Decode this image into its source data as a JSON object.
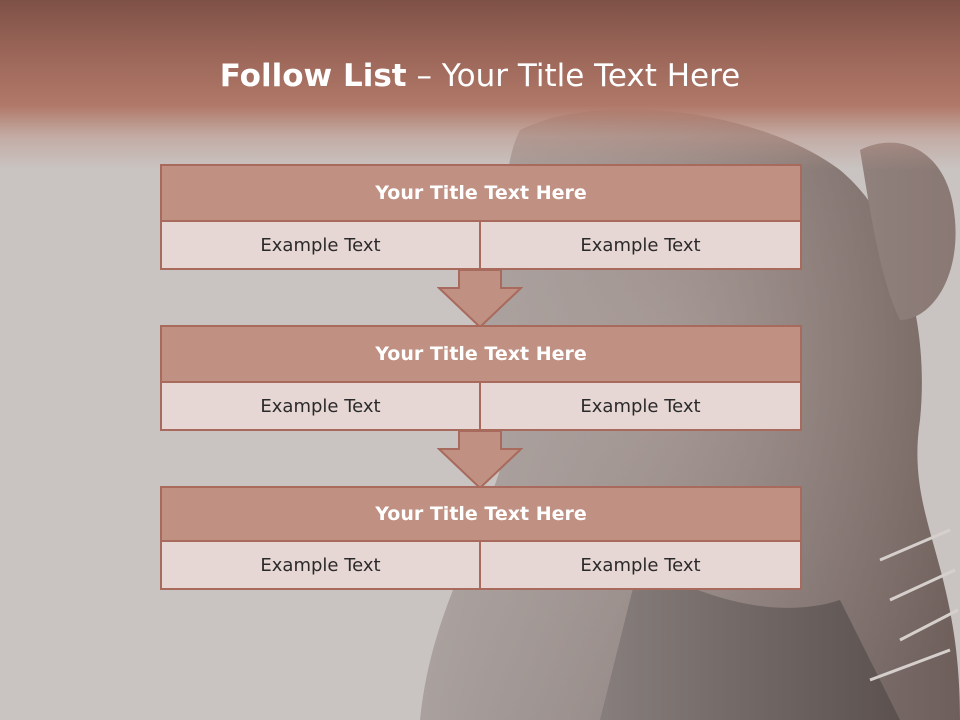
{
  "slide": {
    "title_bold": "Follow List",
    "title_rest": "  – Your Title Text Here"
  },
  "blocks": [
    {
      "title": "Your Title Text Here",
      "cells": [
        "Example Text",
        "Example Text"
      ]
    },
    {
      "title": "Your Title Text Here",
      "cells": [
        "Example Text",
        "Example Text"
      ]
    },
    {
      "title": "Your Title Text Here",
      "cells": [
        "Example Text",
        "Example Text"
      ]
    }
  ],
  "colors": {
    "header": "#9a6558",
    "title_fill": "#c09082",
    "cell_fill": "#e7d7d4",
    "border": "#a86a5c",
    "arrow_fill": "#c09082"
  },
  "icons": [
    "down-arrow-icon",
    "down-arrow-icon"
  ]
}
